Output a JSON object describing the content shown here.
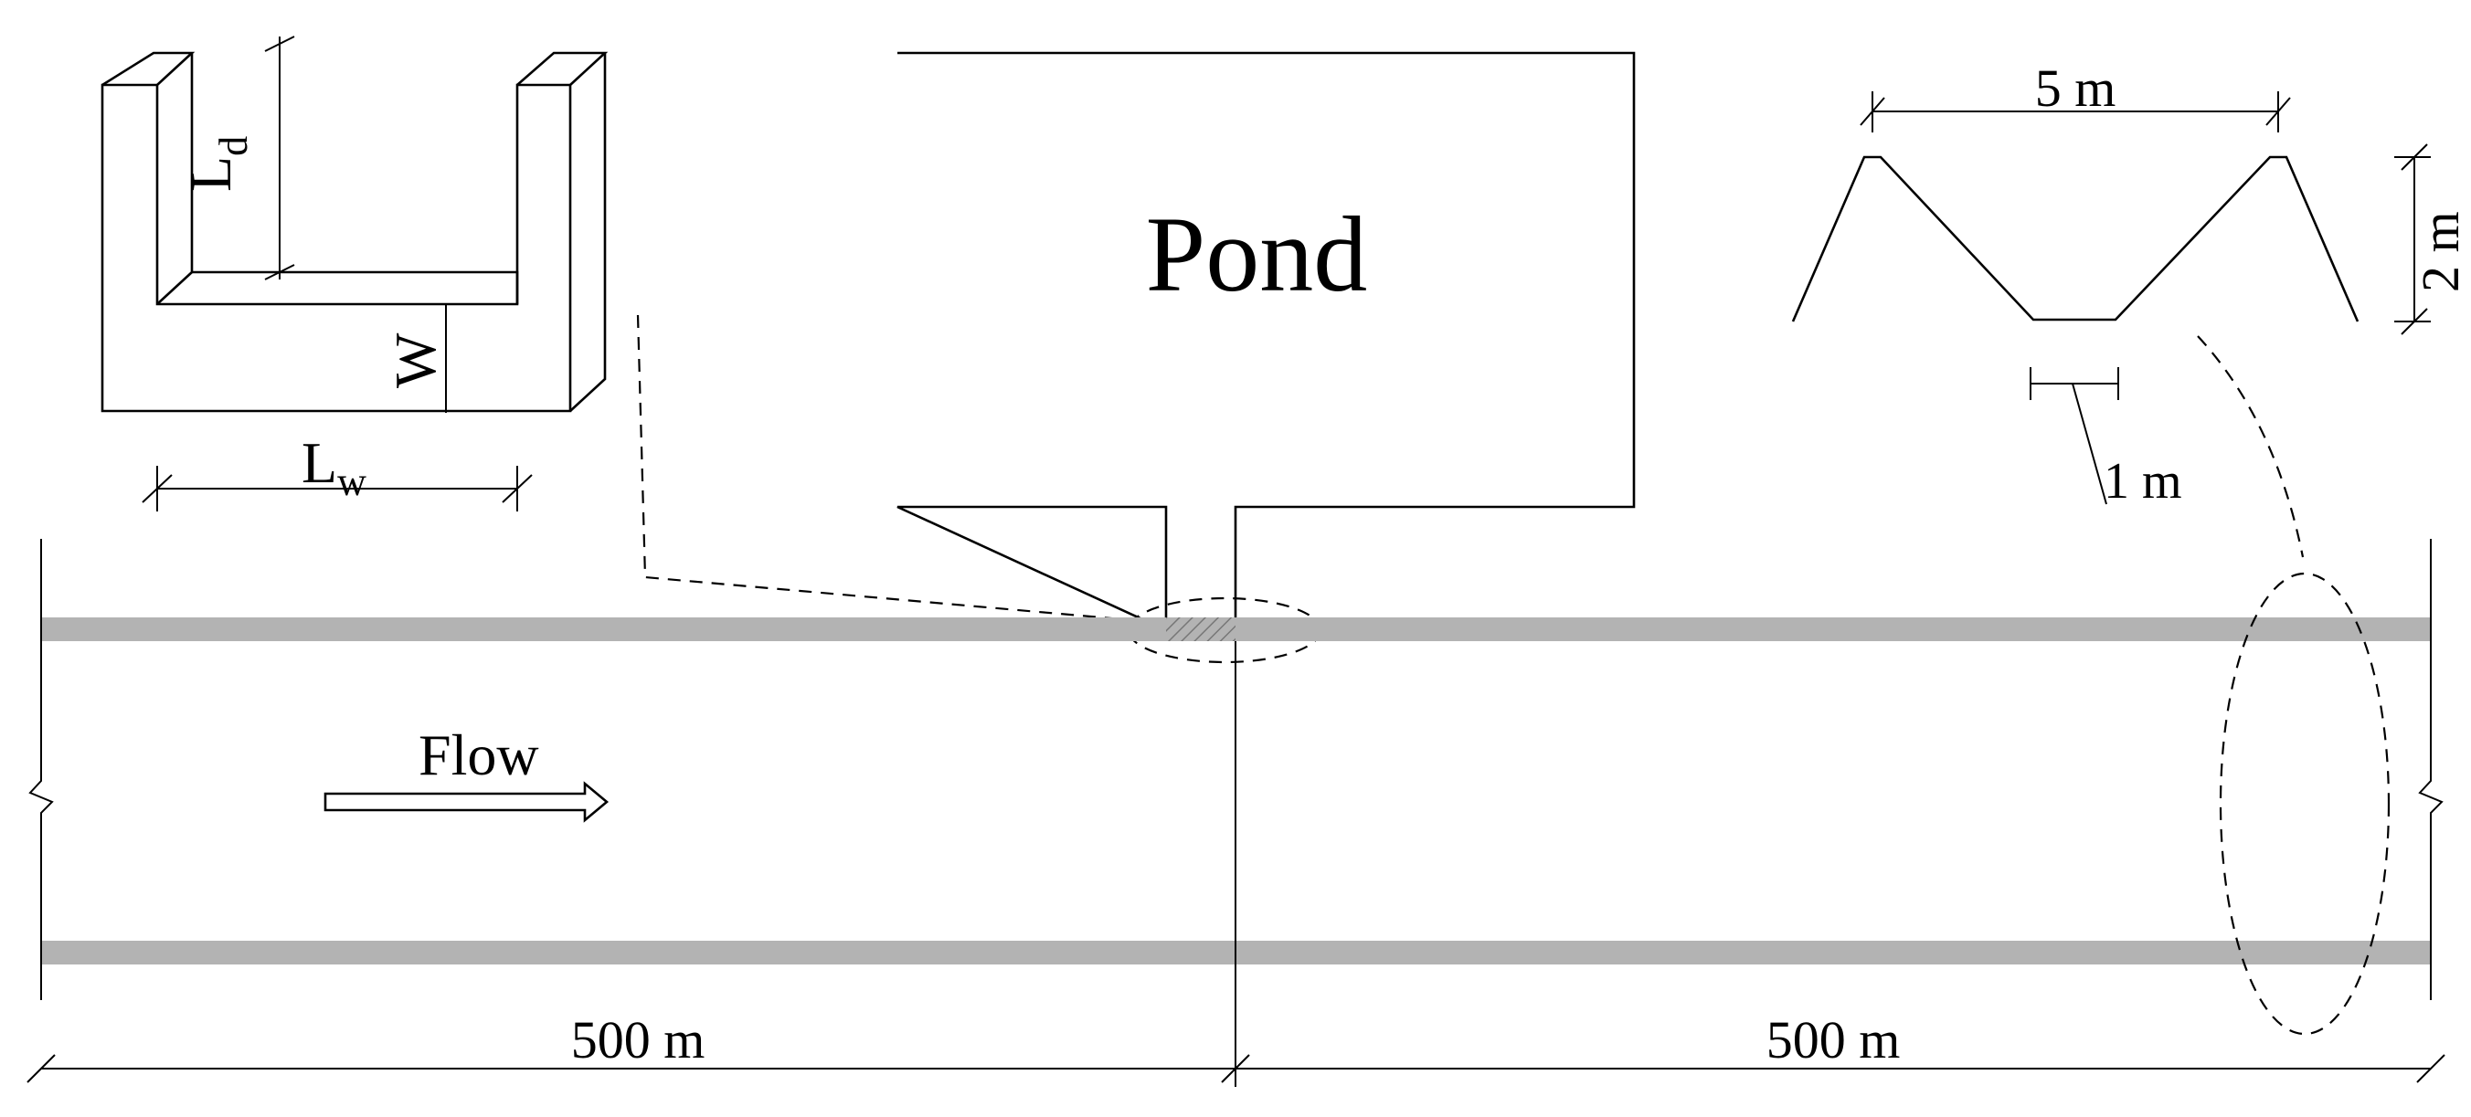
{
  "labels": {
    "pond": "Pond",
    "flow": "Flow",
    "length_left": "500 m",
    "length_right": "500 m",
    "top_width": "5 m",
    "depth": "2 m",
    "bottom_width": "1 m",
    "weir_depth_main": "L",
    "weir_depth_sub": "d",
    "weir_width_main": "L",
    "weir_width_sub": "w",
    "weir_height": "W"
  },
  "colors": {
    "line": "#000000",
    "bank": "#b3b3b3",
    "background": "#ffffff"
  }
}
